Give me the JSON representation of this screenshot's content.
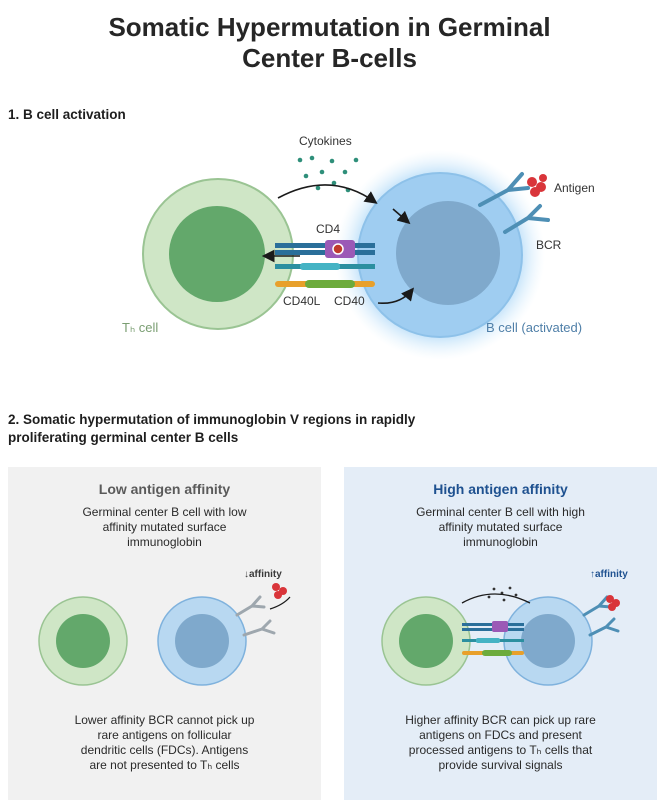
{
  "title": {
    "line1": "Somatic Hypermutation in Germinal",
    "line2": "Center B-cells"
  },
  "section1": {
    "heading": "1. B cell activation",
    "cytokines": "Cytokines",
    "antigen": "Antigen",
    "bcr": "BCR",
    "cd4": "CD4",
    "cd40l": "CD40L",
    "cd40": "CD40",
    "th_cell": "Tₕ cell",
    "b_cell": "B cell (activated)"
  },
  "section2": {
    "heading_line1": "2. Somatic hypermutation of immunoglobin V regions in rapidly",
    "heading_line2": "proliferating germinal center B cells",
    "low": {
      "title": "Low antigen affinity",
      "desc_line1": "Germinal center B cell with low",
      "desc_line2": "affinity mutated surface",
      "desc_line3": "immunoglobin",
      "affinity": "↓affinity",
      "foot_line1": "Lower affinity BCR cannot pick up",
      "foot_line2": "rare antigens on follicular",
      "foot_line3": "dendritic cells (FDCs). Antigens",
      "foot_line4": "are not presented to Tₕ cells"
    },
    "high": {
      "title": "High antigen affinity",
      "desc_line1": "Germinal center B cell with high",
      "desc_line2": "affinity mutated surface",
      "desc_line3": "immunoglobin",
      "affinity": "↑affinity",
      "foot_line1": "Higher affinity BCR can pick up rare",
      "foot_line2": "antigens on FDCs and present",
      "foot_line3": "processed antigens to Tₕ cells that",
      "foot_line4": "provide survival signals"
    }
  },
  "colors": {
    "th_outer": "#cfe6c6",
    "th_inner": "#63a86b",
    "b_outer": "#b8d8f1",
    "b_inner": "#7fa9cc",
    "bcr": "#4e8fb5",
    "antigen": "#d9353a"
  }
}
